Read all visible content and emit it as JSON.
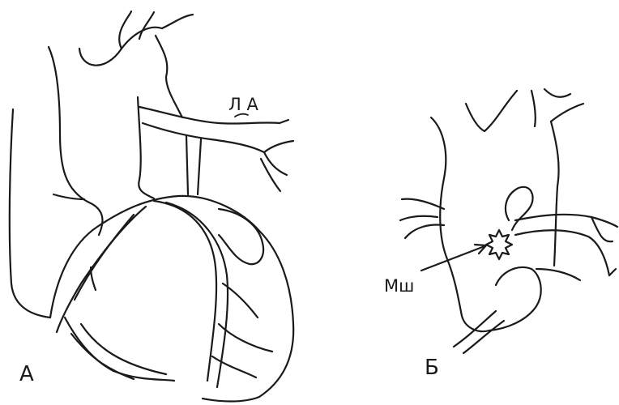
{
  "panels": [
    {
      "id": "A",
      "label": "А"
    },
    {
      "id": "B",
      "label": "Б"
    }
  ],
  "annotations": [
    {
      "id": "la",
      "text": "Л А"
    },
    {
      "id": "msh",
      "text": "Мш"
    }
  ],
  "colors": {
    "ink": "#1a1a1a",
    "background": "#ffffff"
  }
}
